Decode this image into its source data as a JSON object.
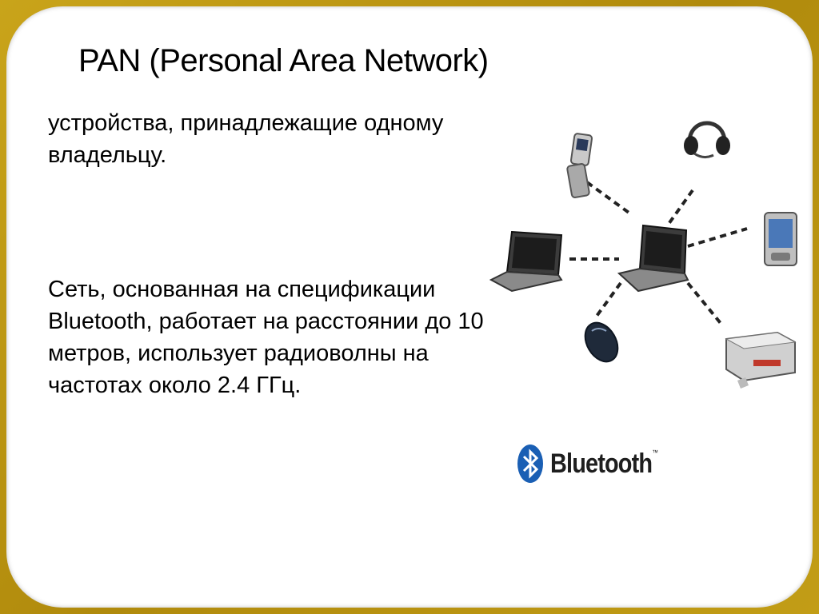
{
  "slide": {
    "title": "PAN (Personal Area Network)",
    "paragraph1": "устройства, принадлежащие одному владельцу.",
    "paragraph2": "Сеть, основанная на спецификации Bluetooth, работает на расстоянии до 10 метров, использует радиоволны на частотах около 2.4 ГГц."
  },
  "diagram": {
    "devices": [
      "laptop-icon",
      "laptop-icon",
      "phone-icon",
      "headset-icon",
      "pda-icon",
      "mouse-icon",
      "printer-icon"
    ]
  },
  "logo": {
    "word": "Bluetooth",
    "trademark": "™",
    "icon": "bluetooth-icon",
    "color": "#1a5fb4"
  },
  "colors": {
    "frame": "#b8920e",
    "background": "#ffffff",
    "text": "#000000"
  }
}
